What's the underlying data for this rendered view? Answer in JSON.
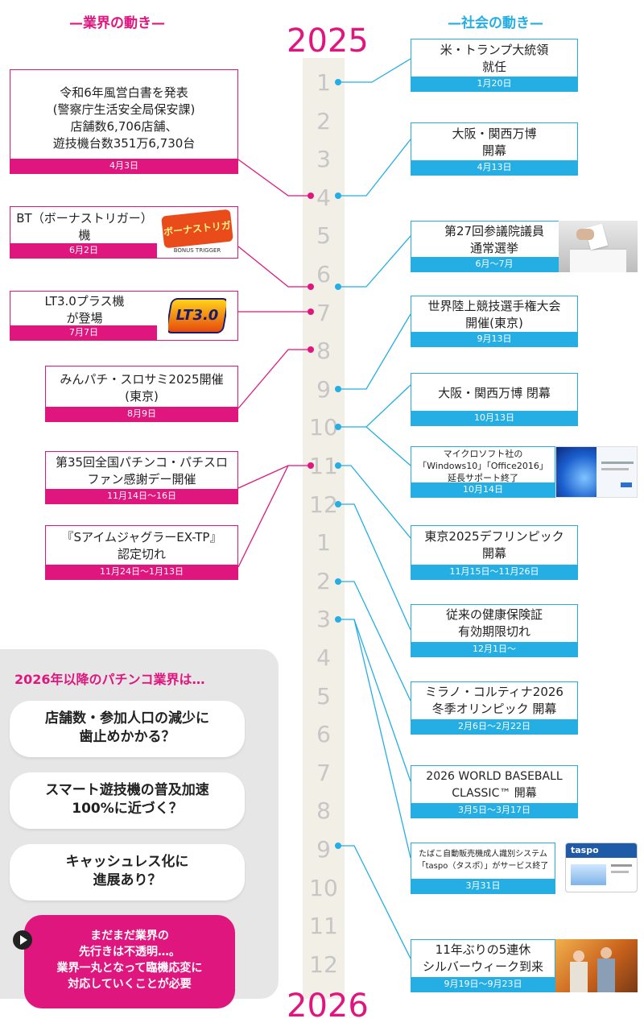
{
  "headers": {
    "left": "—業界の動き—",
    "right": "—社会の動き—"
  },
  "years": {
    "start": "2025",
    "end": "2026"
  },
  "months": [
    "1",
    "2",
    "3",
    "4",
    "5",
    "6",
    "7",
    "8",
    "9",
    "10",
    "11",
    "12",
    "1",
    "2",
    "3",
    "4",
    "5",
    "6",
    "7",
    "8",
    "9",
    "10",
    "11",
    "12"
  ],
  "industry": [
    {
      "text": "令和6年風営白書を発表\n(警察庁生活安全局保安課)\n店舗数6,706店舗、\n遊技機台数351万6,730台",
      "date": "4月3日"
    },
    {
      "text": "BT（ボーナストリガー）機\nが登場",
      "date": "6月2日",
      "logo": "ボーナストリガー",
      "logo_sub": "BONUS TRIGGER"
    },
    {
      "text": "LT3.0プラス機\nが登場",
      "date": "7月7日",
      "logo": "LT3.0"
    },
    {
      "text": "みんパチ・スロサミ2025開催\n(東京)",
      "date": "8月9日"
    },
    {
      "text": "第35回全国パチンコ・パチスロ\nファン感謝デー開催",
      "date": "11月14日～16日"
    },
    {
      "text": "『SアイムジャグラーEX-TP』\n認定切れ",
      "date": "11月24日～1月13日"
    }
  ],
  "society": [
    {
      "text": "米・トランプ大統領\n就任",
      "date": "1月20日"
    },
    {
      "text": "大阪・関西万博\n開幕",
      "date": "4月13日"
    },
    {
      "text": "第27回参議院議員\n通常選挙",
      "date": "6月～7月"
    },
    {
      "text": "世界陸上競技選手権大会\n開催(東京)",
      "date": "9月13日"
    },
    {
      "text": "大阪・関西万博 閉幕",
      "date": "10月13日"
    },
    {
      "text": "マイクロソフト社の\n「Windows10」「Office2016」\n延長サポート終了",
      "date": "10月14日"
    },
    {
      "text": "東京2025デフリンピック\n開幕",
      "date": "11月15日～11月26日"
    },
    {
      "text": "従来の健康保険証\n有効期限切れ",
      "date": "12月1日～"
    },
    {
      "text": "ミラノ・コルティナ2026\n冬季オリンピック 開幕",
      "date": "2月6日～2月22日"
    },
    {
      "text": "2026 WORLD BASEBALL\nCLASSIC™ 開幕",
      "date": "3月5日～3月17日"
    },
    {
      "text": "たばこ自動販売機成人識別システム\n「taspo（タスポ）」がサービス終了",
      "date": "3月31日",
      "card_label": "taspo"
    },
    {
      "text": "11年ぶりの5連休\nシルバーウィーク到来",
      "date": "9月19日～9月23日"
    }
  ],
  "outlook": {
    "title": "2026年以降のパチンコ業界は…",
    "items": [
      "店舗数・参加人口の減少に\n歯止めかかる？",
      "スマート遊技機の普及加速\n100%に近づく？",
      "キャッシュレス化に\n進展あり？"
    ],
    "conclusion": "まだまだ業界の\n先行きは不透明…。\n業界一丸となって臨機応変に\n対応していくことが必要"
  },
  "colors": {
    "industry": "#e0167f",
    "society": "#24aee4",
    "band": "#f1efe6",
    "month": "#c6c6c6"
  }
}
